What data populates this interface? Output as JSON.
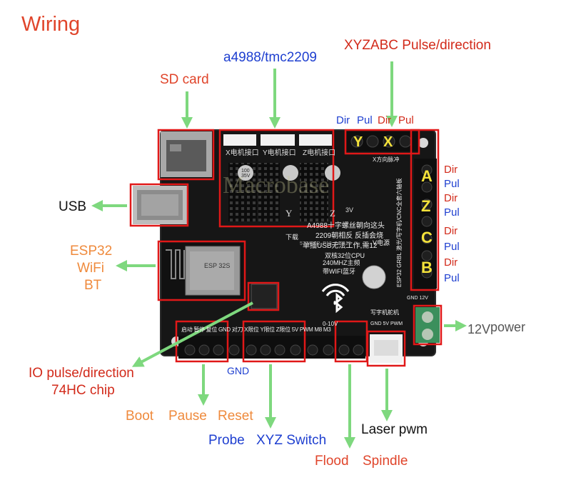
{
  "title": "Wiring",
  "watermark": "Macrobase",
  "labels": {
    "driver": "a4988/tmc2209",
    "pulse_direction": "XYZABC Pulse/direction",
    "sd_card": "SD card",
    "usb": "USB",
    "esp32": "ESP32",
    "wifi": "WiFi",
    "bt": "BT",
    "io_line1": "IO pulse/direction",
    "io_line2": "74HC chip",
    "boot": "Boot",
    "pause": "Pause",
    "reset": "Reset",
    "gnd": "GND",
    "probe": "Probe",
    "xyz_switch": "XYZ Switch",
    "flood": "Flood",
    "spindle": "Spindle",
    "laser_pwm": "Laser pwm",
    "power_v": "12V",
    "power_word": "power",
    "dir": "Dir",
    "pul": "Pul"
  },
  "axes": {
    "y": "Y",
    "x": "X",
    "a": "A",
    "z": "Z",
    "c": "C",
    "b": "B"
  },
  "board_text": {
    "chip_label": "ESP 32S",
    "cap": "100\n35V",
    "board_y": "Y",
    "board_z": "Z",
    "x_port": "X电机接口",
    "y_port": "Y电机接口",
    "z_port": "Z电机接口",
    "line1": "A4988十字螺丝朝向这头",
    "line2": "2209朝相反 反插会烧",
    "line3": "单插USB无法工作,需12",
    "line4": "双核32位CPU",
    "line5": "240MHZ主频",
    "line6": "带WIFI蓝牙",
    "download": "下载",
    "v_power": "V电源",
    "model": "573430R_P13_240125",
    "v3": "3V",
    "bottom_row": "启动 暂停 复位 GND 对刀 X限位 Y限位 Z限位 5V PWM M8 M3",
    "pwm_range": "0-10V",
    "laser_hdr": "写字机舵机",
    "laser_pins": "GND 5V PWM",
    "power_hdr": "GND 12V",
    "right_vertical": "ESP32 GRBL 激光/写字机/CNC全套六轴板",
    "x_dir_text": "X方向脉冲"
  },
  "colors": {
    "label_red": "#e0452b",
    "label_orange": "#ef8a3c",
    "label_blue": "#1e3fd0",
    "arrow_green": "#7ed87e",
    "highlight_red": "#e01818",
    "axis_yellow": "#f4e23a",
    "board": "#161616"
  }
}
